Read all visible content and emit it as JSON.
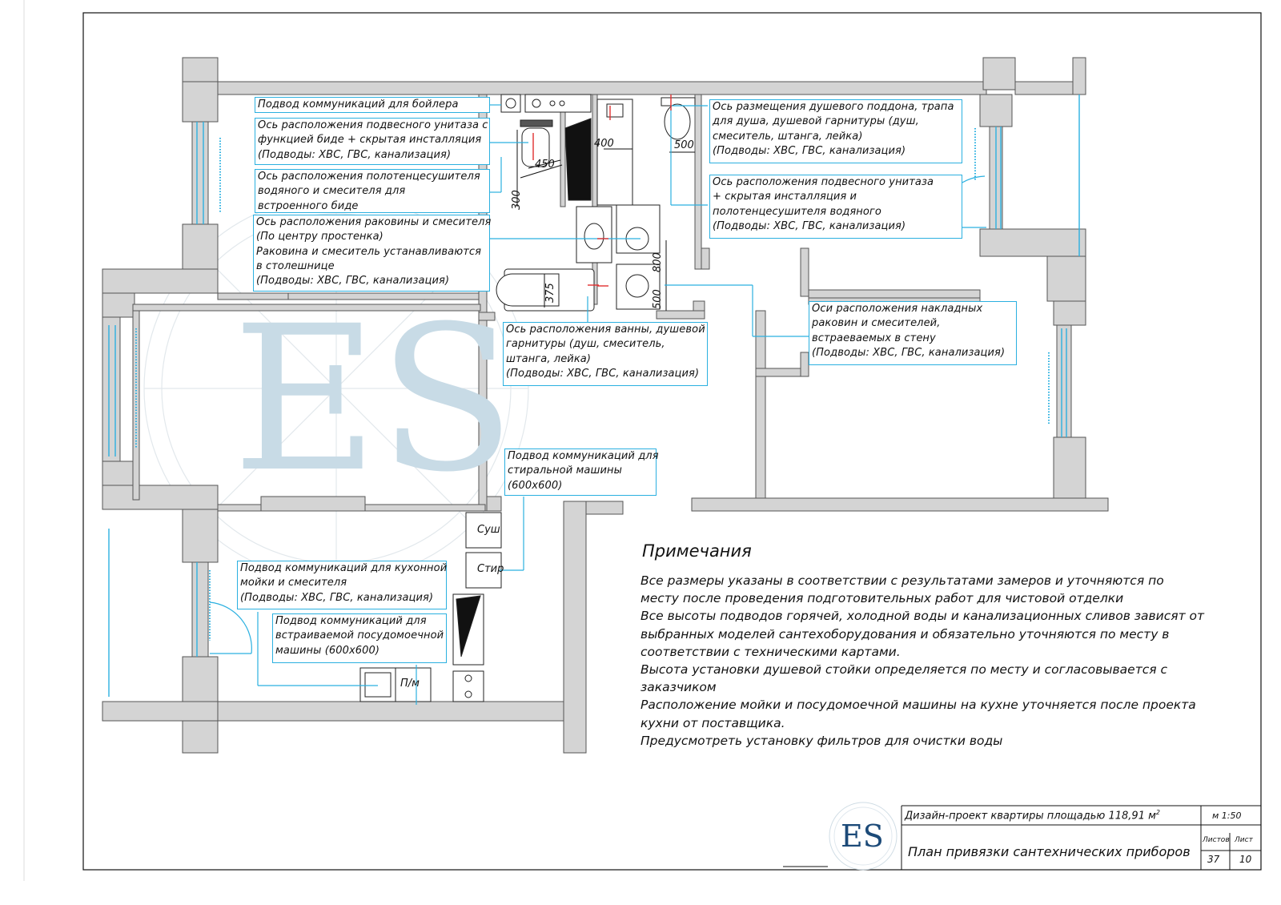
{
  "annotations": {
    "boiler": [
      "Подвод коммуникаций для бойлера"
    ],
    "bidet_toilet": [
      "Ось расположения подвесного унитаза с",
      "функцией биде + скрытая инсталляция",
      "(Подводы: ХВС, ГВС, канализация)"
    ],
    "towel_warmer_left": [
      "Ось расположения полотенцесушителя",
      "водяного и смесителя для",
      "встроенного биде"
    ],
    "washbasin": [
      "Ось расположения раковины и смесителя",
      "(По центру простенка)",
      "Раковина и смеситель устанавливаются",
      "в столешнице",
      "(Подводы: ХВС, ГВС, канализация)"
    ],
    "bath": [
      "Ось расположения ванны, душевой",
      "гарнитуры (душ, смеситель,",
      "штанга, лейка)",
      "(Подводы: ХВС, ГВС, канализация)"
    ],
    "washing_machine": [
      "Подвод коммуникаций для",
      "стиральной машины",
      "(600х600)"
    ],
    "shower_tray": [
      "Ось размещения душевого поддона, трапа",
      "для душа, душевой гарнитуры (душ,",
      "смеситель, штанга, лейка)",
      "(Подводы: ХВС, ГВС, канализация)"
    ],
    "toilet_right": [
      "Ось расположения подвесного унитаза",
      "+ скрытая инсталляция и",
      "полотенцесушителя водяного",
      "(Подводы: ХВС, ГВС, канализация)"
    ],
    "wall_basins": [
      "Оси расположения накладных",
      "раковин и смесителей,",
      "встраеваемых в стену",
      "(Подводы: ХВС, ГВС, канализация)"
    ],
    "kitchen_sink": [
      "Подвод коммуникаций для кухонной",
      "мойки и смесителя",
      "(Подводы: ХВС, ГВС, канализация)"
    ],
    "dishwasher": [
      "Подвод коммуникаций для",
      "встраиваемой посудомоечной",
      "машины (600х600)"
    ]
  },
  "dimensions": {
    "d450": "450",
    "d300": "300",
    "d400": "400",
    "d500a": "500",
    "d800": "800",
    "d500b": "500",
    "d375": "375"
  },
  "appliance_tags": {
    "dryer": "Суш",
    "washer": "Стир",
    "dishwasher": "П/м"
  },
  "watermark": "ES",
  "notes": {
    "title": "Примечания",
    "lines": [
      "Все размеры указаны в соответствии с результатами замеров и уточняются по",
      "месту после проведения подготовительных работ для чистовой отделки",
      "Все высоты подводов горячей, холодной воды и канализационных сливов зависят от",
      "выбранных моделей сантехоборудования и обязательно уточняются по месту в",
      "соответствии с техническими картами.",
      "Высота установки душевой стойки определяется по месту и согласовывается с",
      "заказчиком",
      "Расположение мойки и посудомоечной машины на кухне уточняется после проекта",
      "кухни от поставщика.",
      "Предусмотреть установку фильтров для очистки воды"
    ]
  },
  "title_block": {
    "logo": "ES",
    "project": "Дизайн-проект квартиры площадью 118,91 м",
    "project_sup": "2",
    "sheet_title": "План привязки сантехнических приборов",
    "scale": "м 1:50",
    "sheet_label": "Листов",
    "page_label": "Лист",
    "sheets_total": "37",
    "page_number": "10"
  },
  "colors": {
    "annotation": "#2bb0e0",
    "wall": "#d4d4d4",
    "water_axis": "#e03030",
    "watermark": "#c8dbe6"
  }
}
